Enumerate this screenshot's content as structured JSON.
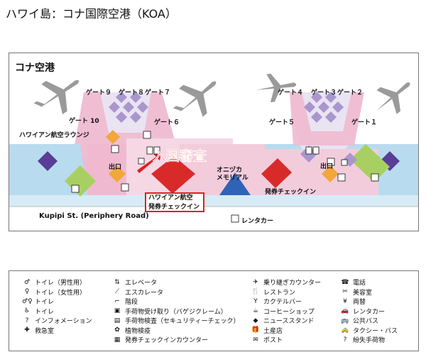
{
  "page_title": "ハワイ島：コナ国際空港（KOA）",
  "map": {
    "title": "コナ空港",
    "labels": {
      "gate9": "ゲート９",
      "gate8": "ゲート８",
      "gate7": "ゲート７",
      "gate10": "ゲート 10",
      "gate6": "ゲート６",
      "gate4": "ゲート４",
      "gate3": "ゲート３",
      "gate2": "ゲート２",
      "gate5": "ゲート５",
      "gate1": "ゲート１",
      "lounge": "ハワイアン航空ラウンジ",
      "exit1": "出口",
      "exit2": "出口",
      "immigration": "入国審査",
      "onizuka_1": "オニヅカ",
      "onizuka_2": "メモリアル",
      "checkin_right": "発券チェックイン",
      "checkin_box_1": "ハワイアン航空",
      "checkin_box_2": "発券チェックイン",
      "road": "Kupipi St. (Periphery Road)",
      "rental": "レンタカー"
    },
    "colors": {
      "sea": "#b9dbef",
      "terminal": "#f0b9cf",
      "gate_area": "#e9e3f2",
      "diamond": "#a996cd",
      "check_in": "#d92a2a",
      "memorial": "#2f63b8",
      "green_zone": "#a8cf62",
      "orange_zone": "#f2a73b",
      "purple_block": "#5a3d96"
    }
  },
  "legend": {
    "col1": [
      {
        "icon": "toilet-men-icon",
        "glyph": "♂",
        "label": "トイレ（男性用）"
      },
      {
        "icon": "toilet-women-icon",
        "glyph": "♀",
        "label": "トイレ（女性用）"
      },
      {
        "icon": "toilet-icon",
        "glyph": "♂♀",
        "label": "トイレ"
      },
      {
        "icon": "toilet-accessible-icon",
        "glyph": "♿",
        "label": "トイレ"
      },
      {
        "icon": "information-icon",
        "glyph": "?",
        "label": "インフォメーション"
      },
      {
        "icon": "first-aid-icon",
        "glyph": "✚",
        "label": "救急室"
      }
    ],
    "col2": [
      {
        "icon": "elevator-icon",
        "glyph": "⇅",
        "label": "エレベータ"
      },
      {
        "icon": "escalator-icon",
        "glyph": "⟋",
        "label": "エスカレータ"
      },
      {
        "icon": "stairs-icon",
        "glyph": "⌐",
        "label": "階段"
      },
      {
        "icon": "baggage-claim-icon",
        "glyph": "▣",
        "label": "手荷物受け取り（バゲジクレーム）"
      },
      {
        "icon": "security-icon",
        "glyph": "▤",
        "label": "手荷物検査（セキュリティーチェック）"
      },
      {
        "icon": "plant-inspection-icon",
        "glyph": "✿",
        "label": "植物検疫"
      },
      {
        "icon": "checkin-counter-icon",
        "glyph": "▦",
        "label": "発券チェックインカウンター"
      }
    ],
    "col3": [
      {
        "icon": "transfer-counter-icon",
        "glyph": "✈",
        "label": "乗り継ぎカウンター"
      },
      {
        "icon": "restaurant-icon",
        "glyph": "🍴",
        "label": "レストラン"
      },
      {
        "icon": "cocktail-bar-icon",
        "glyph": "Y",
        "label": "カクテルバー"
      },
      {
        "icon": "coffee-shop-icon",
        "glyph": "☕",
        "label": "コーヒーショップ"
      },
      {
        "icon": "newsstand-icon",
        "glyph": "◆",
        "label": "ニューススタンド"
      },
      {
        "icon": "gift-shop-icon",
        "glyph": "🎁",
        "label": "土産店"
      },
      {
        "icon": "post-icon",
        "glyph": "✉",
        "label": "ポスト"
      }
    ],
    "col4": [
      {
        "icon": "telephone-icon",
        "glyph": "☎",
        "label": "電話"
      },
      {
        "icon": "beauty-salon-icon",
        "glyph": "✂",
        "label": "美容室"
      },
      {
        "icon": "currency-exchange-icon",
        "glyph": "¥",
        "label": "両替"
      },
      {
        "icon": "rental-car-icon",
        "glyph": "🚗",
        "label": "レンタカー"
      },
      {
        "icon": "public-bus-icon",
        "glyph": "🚌",
        "label": "公共バス"
      },
      {
        "icon": "taxi-bus-icon",
        "glyph": "🚕",
        "label": "タクシー・バス"
      },
      {
        "icon": "lost-baggage-icon",
        "glyph": "?",
        "label": "紛失手荷物"
      }
    ]
  }
}
